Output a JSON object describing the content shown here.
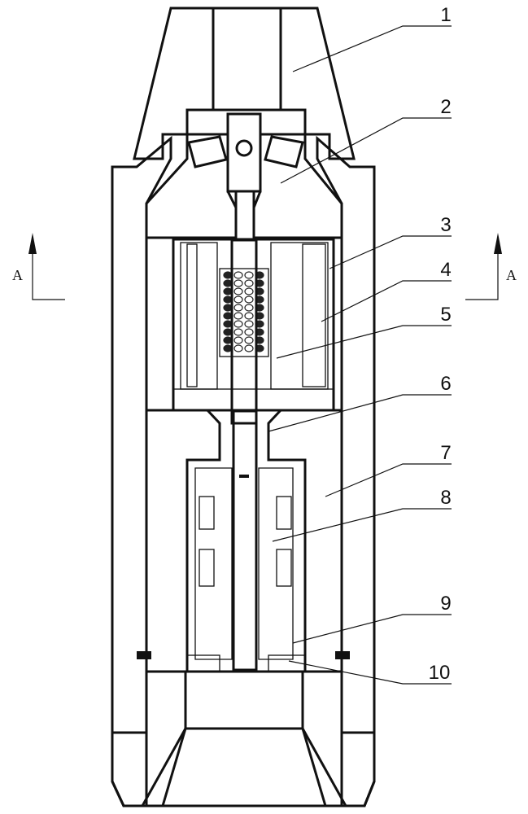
{
  "drawing": {
    "part_labels": [
      "1",
      "2",
      "3",
      "4",
      "5",
      "6",
      "7",
      "8",
      "9",
      "10"
    ],
    "section_marks": {
      "left": "A",
      "right": "A"
    }
  }
}
